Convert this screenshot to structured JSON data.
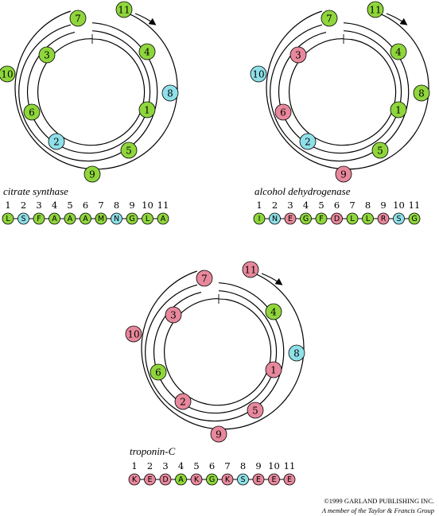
{
  "colors": {
    "hydrophobic": "#8fd63c",
    "polar": "#8fe0e8",
    "charged": "#e8889c"
  },
  "panels": [
    {
      "id": "citrate",
      "title": "citrate synthase",
      "sequence": [
        "L",
        "S",
        "F",
        "A",
        "A",
        "A",
        "M",
        "N",
        "G",
        "L",
        "A"
      ],
      "types": [
        "h",
        "p",
        "h",
        "h",
        "h",
        "h",
        "h",
        "p",
        "h",
        "h",
        "h"
      ]
    },
    {
      "id": "alcohol",
      "title": "alcohol dehydrogenase",
      "sequence": [
        "I",
        "N",
        "E",
        "G",
        "F",
        "D",
        "L",
        "L",
        "R",
        "S",
        "G"
      ],
      "types": [
        "h",
        "p",
        "c",
        "h",
        "h",
        "c",
        "h",
        "h",
        "c",
        "p",
        "h"
      ]
    },
    {
      "id": "troponin",
      "title": "troponin-C",
      "sequence": [
        "K",
        "E",
        "D",
        "A",
        "K",
        "G",
        "K",
        "S",
        "E",
        "E",
        "E"
      ],
      "types": [
        "c",
        "c",
        "c",
        "h",
        "c",
        "h",
        "c",
        "p",
        "c",
        "c",
        "c"
      ]
    }
  ],
  "position_numbers": [
    "1",
    "2",
    "3",
    "4",
    "5",
    "6",
    "7",
    "8",
    "9",
    "10",
    "11"
  ],
  "credit": {
    "line1": "©1999 GARLAND PUBLISHING INC.",
    "line2": "A member of the Taylor & Francis Group"
  }
}
